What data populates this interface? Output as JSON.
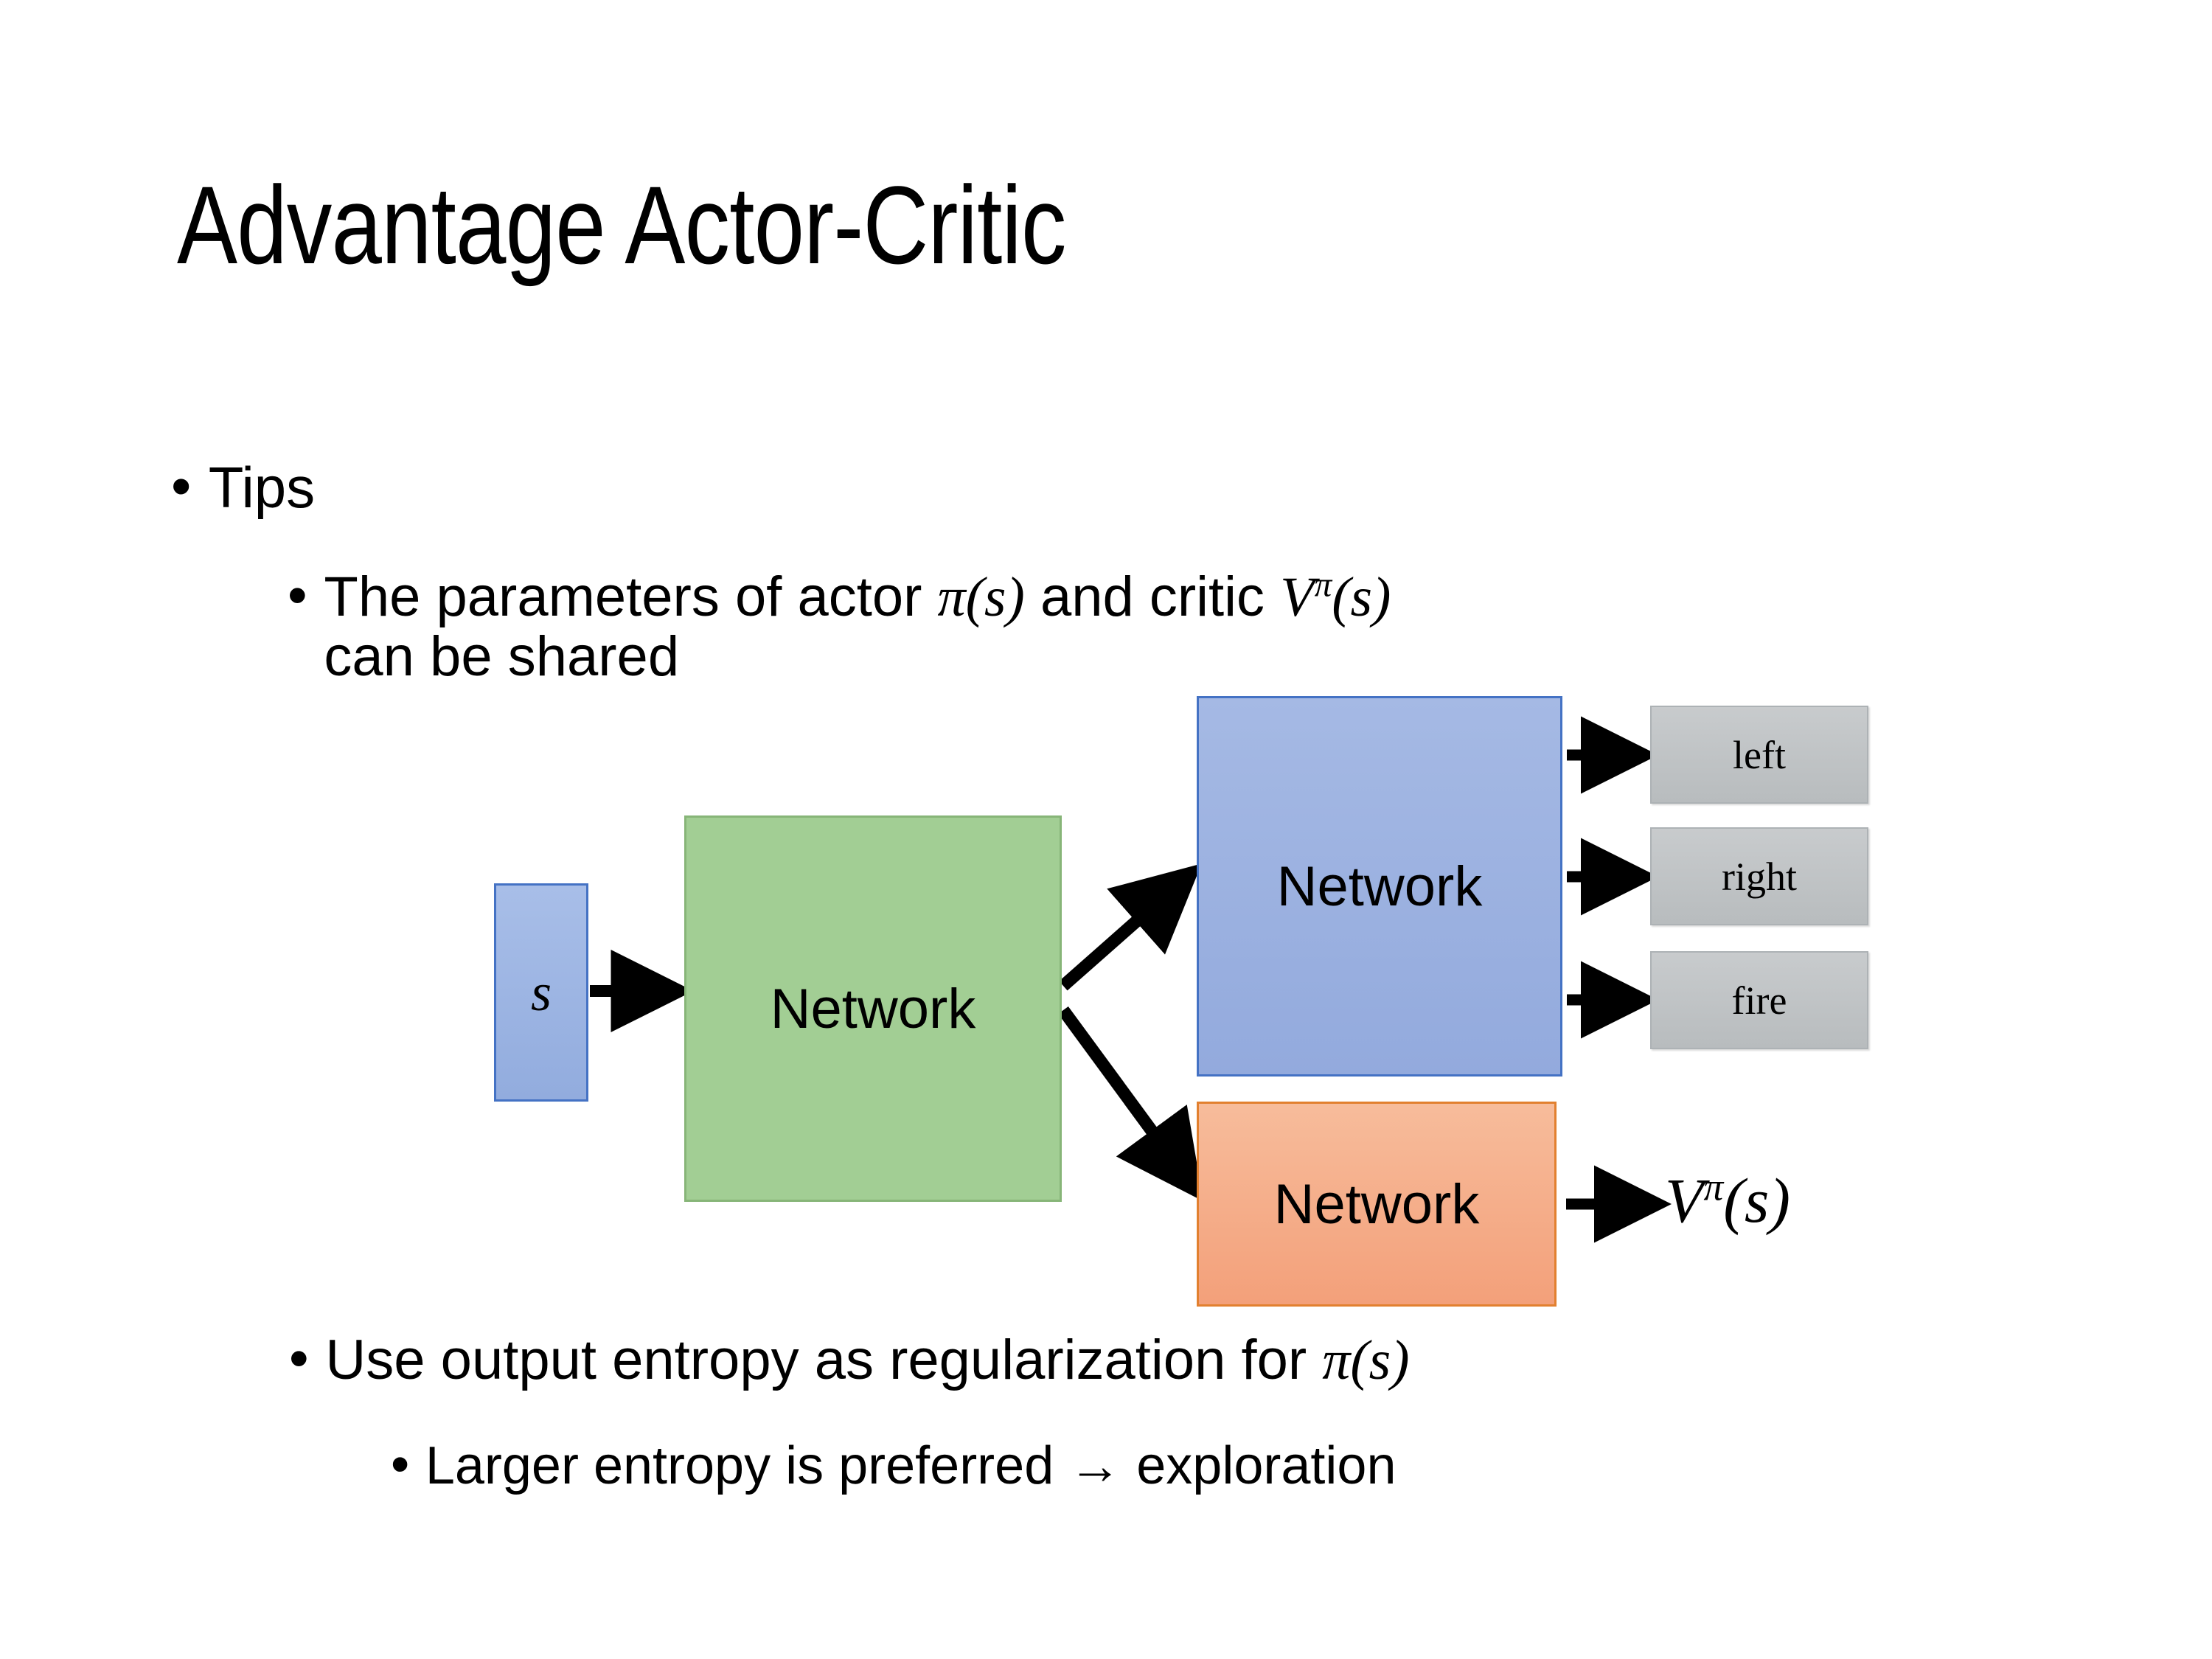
{
  "slide": {
    "title": "Advantage Actor-Critic",
    "background_color": "#FFFFFF"
  },
  "bullets": {
    "tips": {
      "marker": "•",
      "text": "Tips"
    },
    "shared": {
      "marker": "•",
      "line1_pre": "The parameters of actor ",
      "line1_math1": "π(s)",
      "line1_mid": "  and critic ",
      "line1_math2_base": "V",
      "line1_math2_sup": "π",
      "line1_math2_arg": "(s)",
      "line2": "can be shared"
    },
    "entropy": {
      "marker": "•",
      "text_pre": "Use output entropy as regularization for ",
      "math": "π(s)"
    },
    "larger": {
      "marker": "•",
      "text": "Larger entropy is preferred → exploration"
    }
  },
  "diagram": {
    "input_box": {
      "label": "s",
      "fill": "#95AFE0",
      "border": "#4472C4"
    },
    "shared_network": {
      "label": "Network",
      "fill": "#A2CE94",
      "border": "#87B578"
    },
    "actor_network": {
      "label": "Network",
      "fill": "#9BB1E0",
      "border": "#4472C4"
    },
    "critic_network": {
      "label": "Network",
      "fill": "#F5AE8A",
      "border": "#E2802F"
    },
    "actions": [
      {
        "label": "left",
        "fill": "#C0C4C6",
        "border": "#ADB2B5"
      },
      {
        "label": "right",
        "fill": "#C0C4C6",
        "border": "#ADB2B5"
      },
      {
        "label": "fire",
        "fill": "#C0C4C6",
        "border": "#ADB2B5"
      }
    ],
    "value_output": {
      "base": "V",
      "sup": "π",
      "arg": "(s)"
    },
    "arrow_color": "#000000"
  }
}
